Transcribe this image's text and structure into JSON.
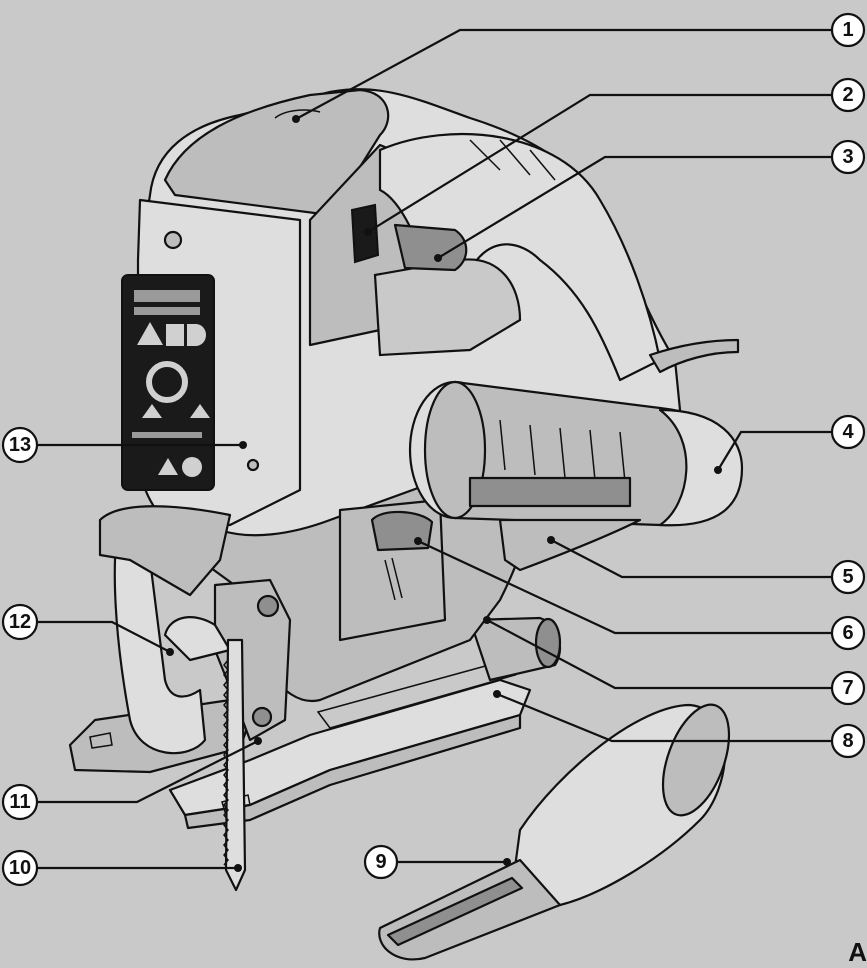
{
  "callouts": [
    {
      "n": "1"
    },
    {
      "n": "2"
    },
    {
      "n": "3"
    },
    {
      "n": "4"
    },
    {
      "n": "5"
    },
    {
      "n": "6"
    },
    {
      "n": "7"
    },
    {
      "n": "8"
    },
    {
      "n": "9"
    },
    {
      "n": "10"
    },
    {
      "n": "11"
    },
    {
      "n": "12"
    },
    {
      "n": "13"
    }
  ],
  "panel_label": "A"
}
